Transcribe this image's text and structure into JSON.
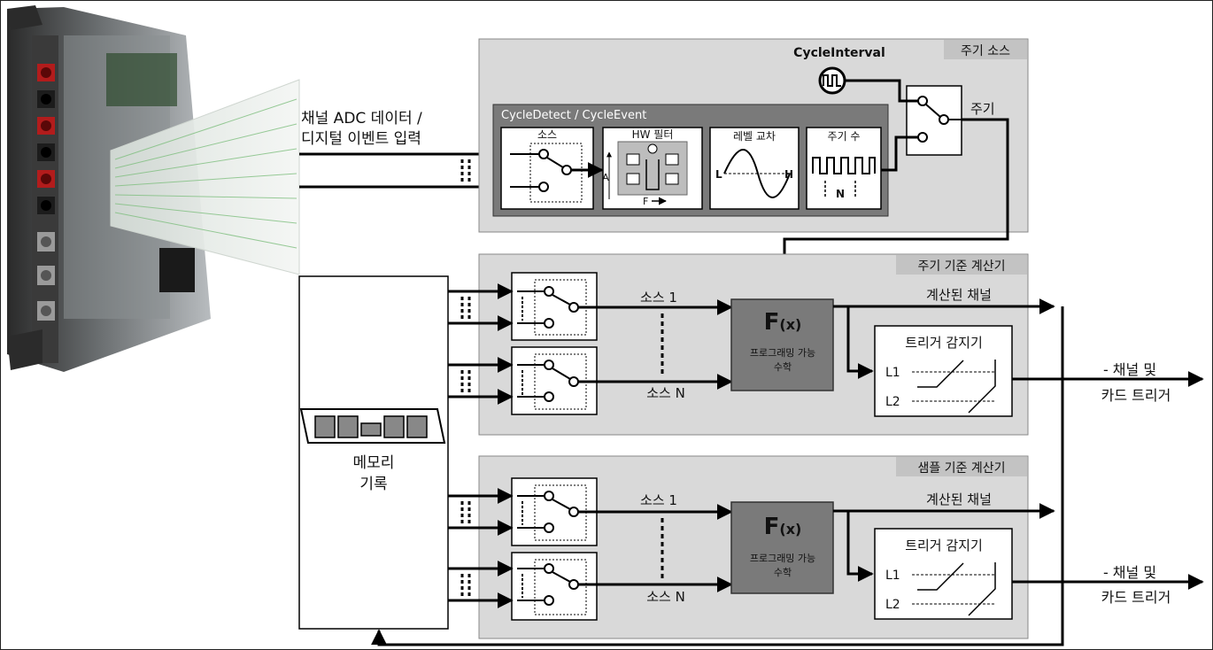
{
  "input_label": {
    "line1": "채널 ADC 데이터 /",
    "line2": "디지털 이벤트 입력"
  },
  "period_source": {
    "title": "주기 소스",
    "cycle_interval": "CycleInterval",
    "period_output": "주기",
    "cycle_detect": {
      "title": "CycleDetect  / CycleEvent",
      "source_label": "소스",
      "hw_filter_label": "HW 필터",
      "hw_filter_axis_a": "A",
      "hw_filter_axis_f": "F",
      "level_cross_label": "레벨 교차",
      "level_l": "L",
      "level_h": "H",
      "cycle_count_label": "주기 수",
      "cycle_n": "N"
    }
  },
  "memory": {
    "line1": "메모리",
    "line2": "기록"
  },
  "calculators": [
    {
      "title": "주기 기준 계산기",
      "source1": "소스 1",
      "sourceN": "소스 N",
      "fx": "F",
      "fx_sub": "(x)",
      "math_line1": "프로그래밍 가능",
      "math_line2": "수학",
      "calculated_channel": "계산된 채널",
      "trigger_title": "트리거 감지기",
      "l1": "L1",
      "l2": "L2",
      "out_line1": "- 채널 및",
      "out_line2": "카드 트리거"
    },
    {
      "title": "샘플 기준 계산기",
      "source1": "소스 1",
      "sourceN": "소스 N",
      "fx": "F",
      "fx_sub": "(x)",
      "math_line1": "프로그래밍 가능",
      "math_line2": "수학",
      "calculated_channel": "계산된 채널",
      "trigger_title": "트리거 감지기",
      "l1": "L1",
      "l2": "L2",
      "out_line1": "- 채널 및",
      "out_line2": "카드 트리거"
    }
  ]
}
